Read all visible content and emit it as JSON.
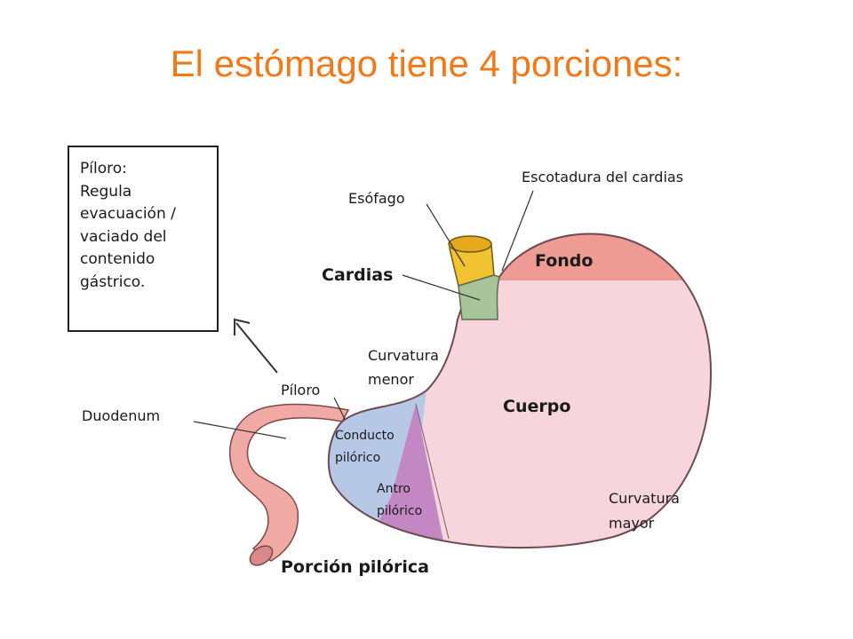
{
  "title": "El estómago tiene 4 porciones:",
  "note": {
    "lines": [
      "Píloro:",
      "Regula",
      "evacuación /",
      "vaciado del",
      "contenido",
      "gástrico."
    ]
  },
  "labels": {
    "escotadura": "Escotadura del cardias",
    "esofago": "Esófago",
    "cardias": "Cardias",
    "fondo": "Fondo",
    "curvatura_menor_1": "Curvatura",
    "curvatura_menor_2": "menor",
    "piloro": "Píloro",
    "duodenum": "Duodenum",
    "cuerpo": "Cuerpo",
    "conducto_1": "Conducto",
    "conducto_2": "pilórico",
    "antro_1": "Antro",
    "antro_2": "pilórico",
    "curvatura_mayor_1": "Curvatura",
    "curvatura_mayor_2": "mayor",
    "porcion_pilorica": "Porción pilórica"
  },
  "colors": {
    "title": "#f07a1a",
    "esophagus": "#f2c330",
    "cardia": "#a8c49a",
    "fundus": "#ee9b94",
    "body": "#f6d5dc",
    "pyloric_canal": "#b7c8e6",
    "antrum": "#c387c3",
    "duodenum": "#f0a9a4"
  }
}
